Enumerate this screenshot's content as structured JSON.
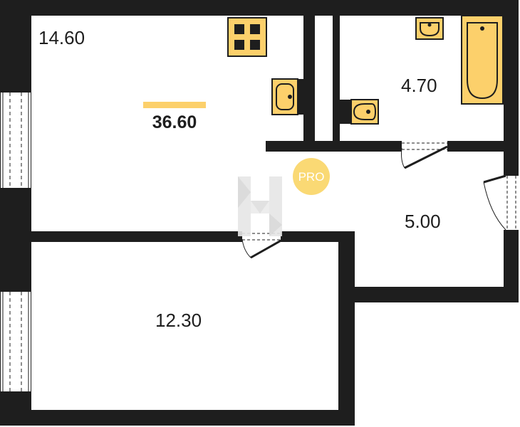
{
  "plan": {
    "total_area": "36.60",
    "rooms": [
      {
        "id": "kitchen-living",
        "area": "14.60"
      },
      {
        "id": "bathroom",
        "area": "4.70"
      },
      {
        "id": "hallway",
        "area": "5.00"
      },
      {
        "id": "bedroom",
        "area": "12.30"
      }
    ]
  },
  "badge": {
    "text": "PRO"
  },
  "colors": {
    "wall": "#1e1e1e",
    "fixture": "#fcd06b",
    "accent": "#fcd06b",
    "badge": "#fad974",
    "watermark": "#e6e6e6",
    "background": "#ffffff"
  },
  "icons": [
    "stove-icon",
    "kitchen-sink-icon",
    "bathroom-sink-icon",
    "bathtub-icon",
    "toilet-icon",
    "watermark-logo"
  ]
}
